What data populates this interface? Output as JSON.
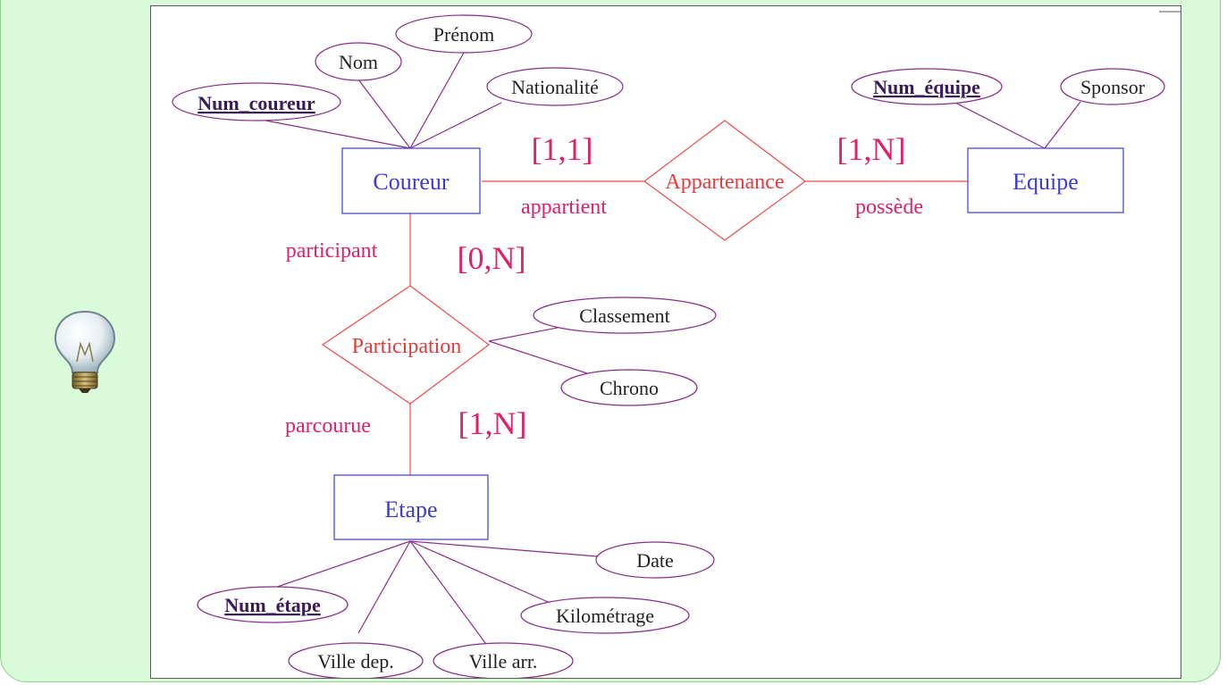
{
  "entities": {
    "coureur": "Coureur",
    "equipe": "Equipe",
    "etape": "Etape"
  },
  "relationships": {
    "appartenance": "Appartenance",
    "participation": "Participation"
  },
  "attributes": {
    "num_coureur": "Num_coureur",
    "nom": "Nom",
    "prenom": "Prénom",
    "nationalite": "Nationalité",
    "num_equipe": "Num_équipe",
    "sponsor": "Sponsor",
    "classement": "Classement",
    "chrono": "Chrono",
    "num_etape": "Num_étape",
    "ville_dep": "Ville dep.",
    "ville_arr": "Ville arr.",
    "kilometrage": "Kilométrage",
    "date": "Date"
  },
  "cardinalities": {
    "coureur_appartenance": "[1,1]",
    "equipe_appartenance": "[1,N]",
    "coureur_participation": "[0,N]",
    "etape_participation": "[1,N]"
  },
  "roles": {
    "appartient": "appartient",
    "possede": "possède",
    "participant": "participant",
    "parcourue": "parcourue"
  },
  "colors": {
    "entity": "#3b3bd6",
    "relationship": "#f04a4a",
    "attribute": "#8a2c8a",
    "cardinality": "#e0206a",
    "frame_bg": "#d9fbd9"
  },
  "icon": "light-bulb-icon"
}
